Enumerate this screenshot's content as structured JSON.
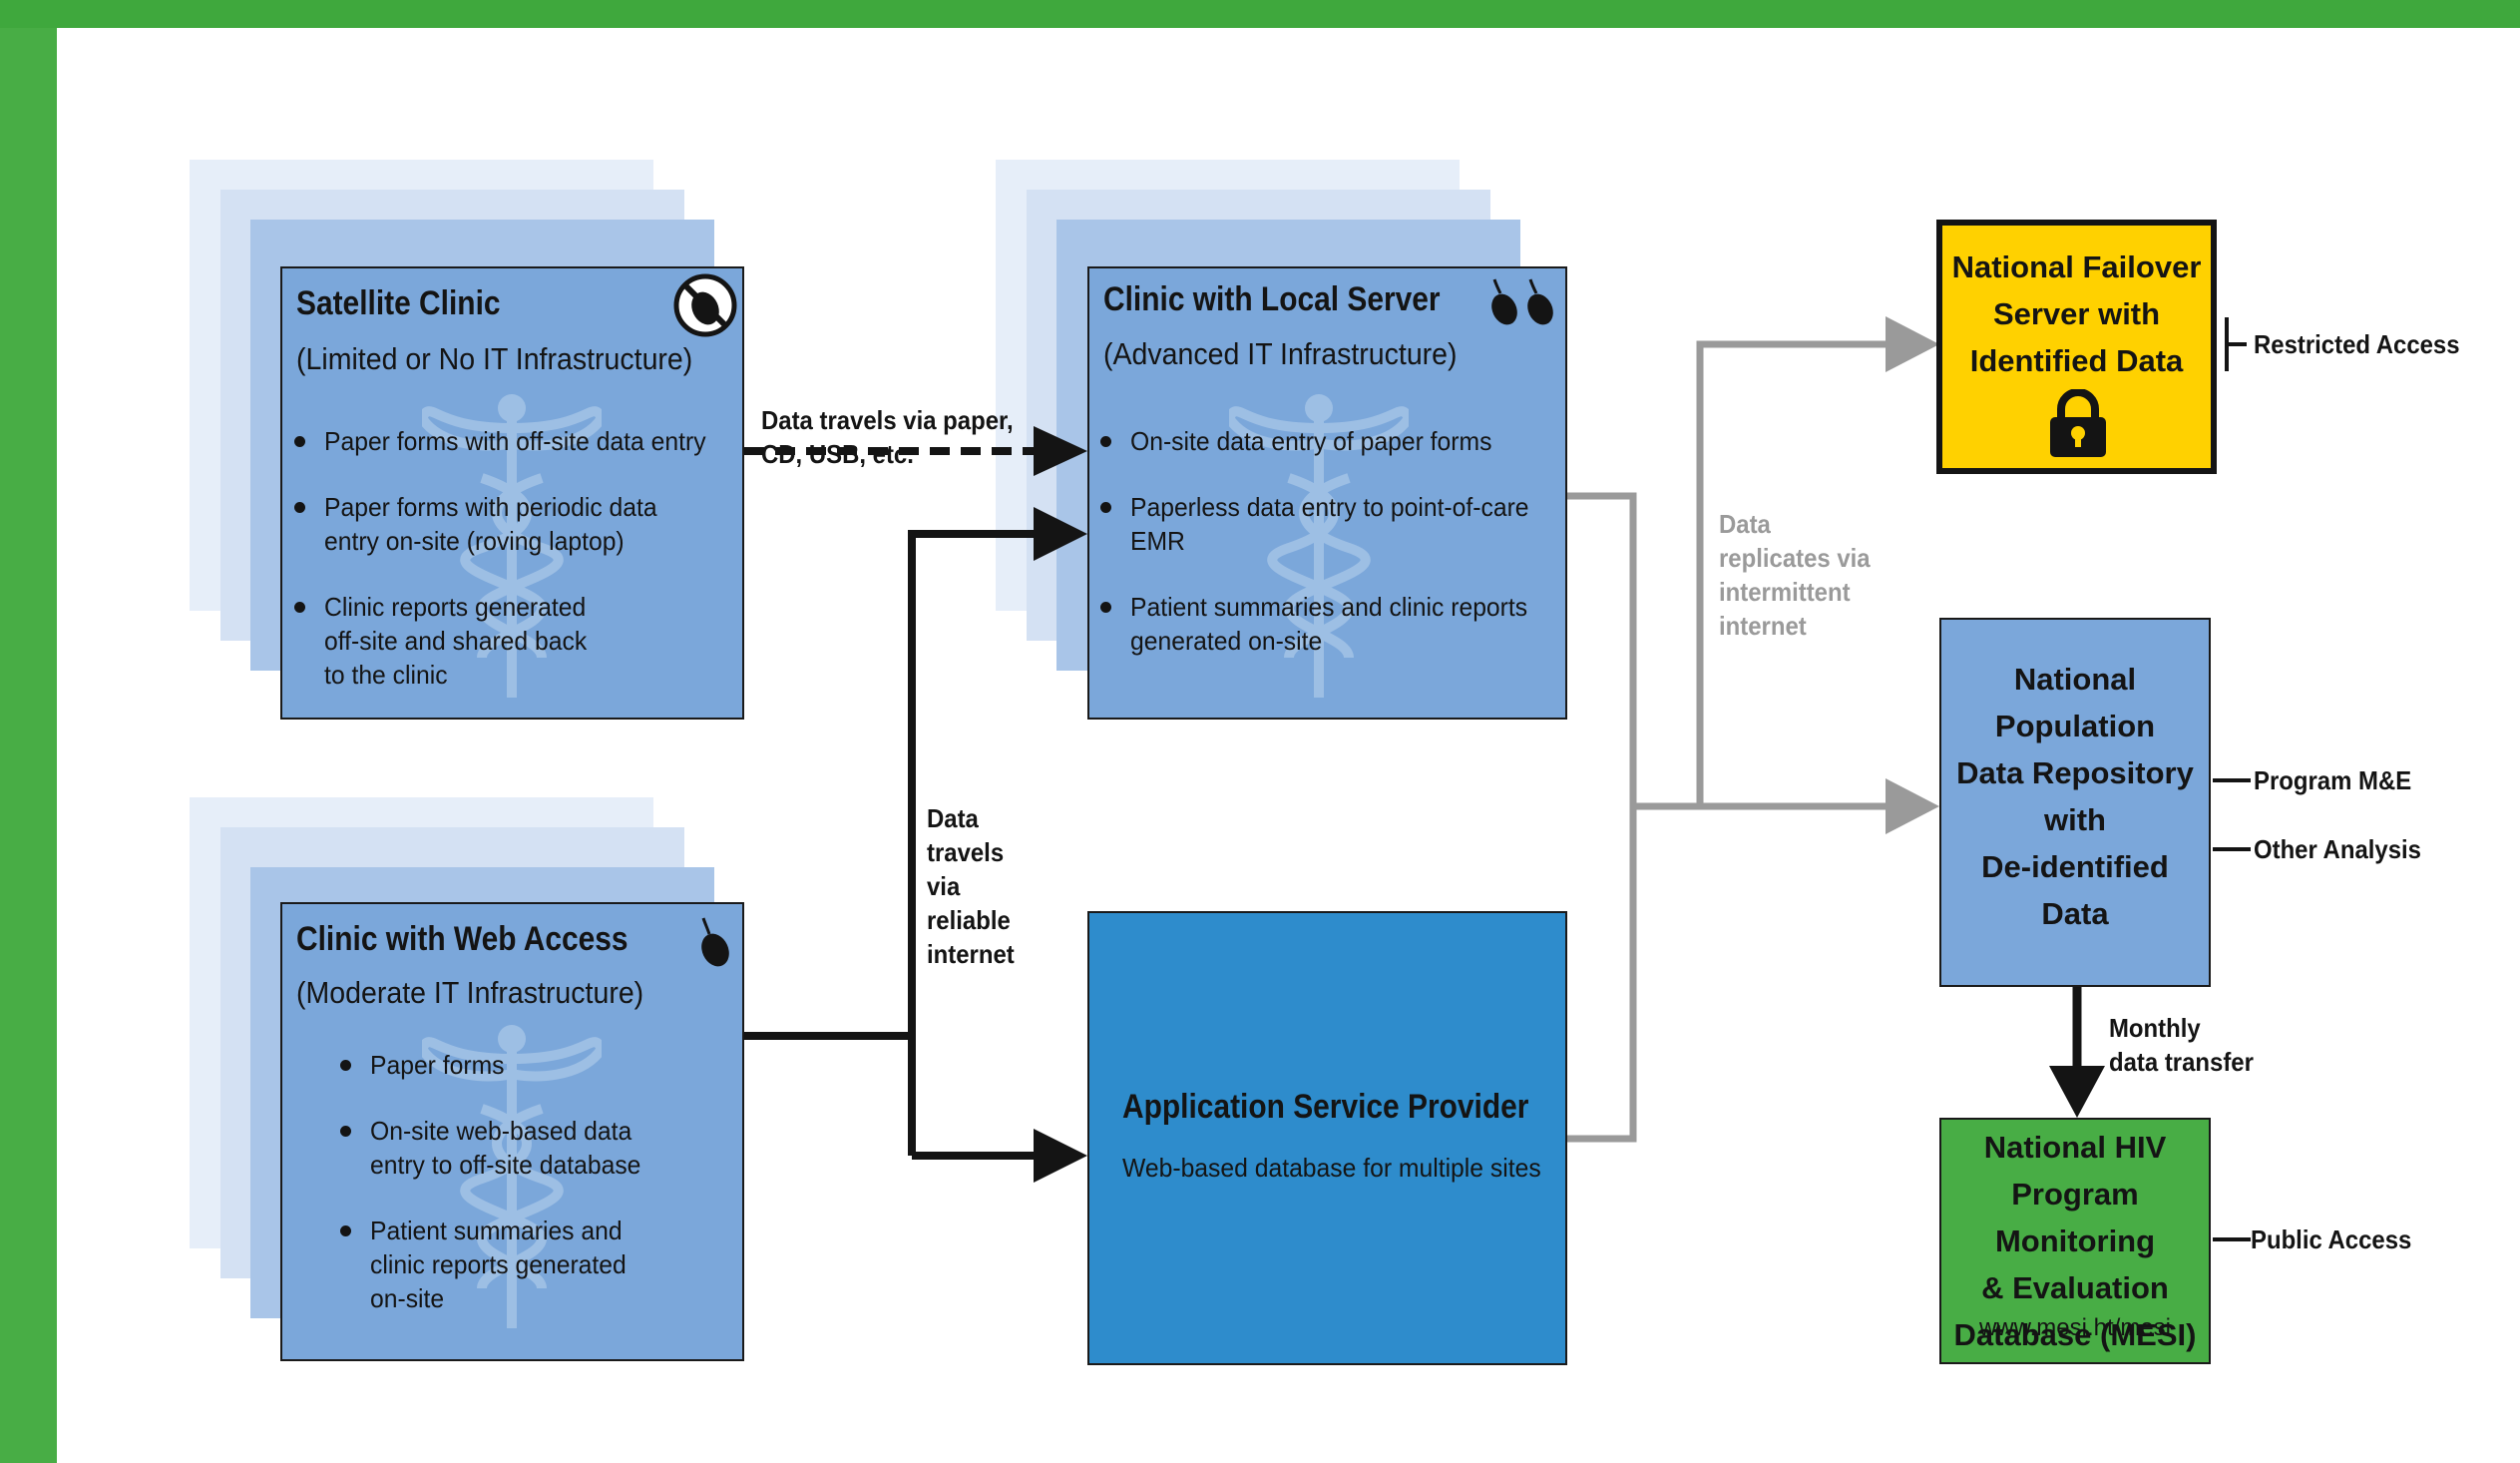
{
  "colors": {
    "green_frame": "#48ad45",
    "card_blue": "#7ba7da",
    "asp_blue": "#2e8ccc",
    "failover_yellow": "#ffd100",
    "mesi_green": "#48ad45",
    "gray_arrow": "#9a9a9a"
  },
  "satellite": {
    "title": "Satellite Clinic",
    "subtitle": "(Limited or No IT Infrastructure)",
    "icon": "no-mouse-icon",
    "bullets": [
      "Paper forms with off-site data entry",
      "Paper forms with periodic data\nentry on-site (roving laptop)",
      "Clinic reports generated\noff-site and shared back\nto the clinic"
    ]
  },
  "local_server": {
    "title": "Clinic with Local Server",
    "subtitle": "(Advanced IT Infrastructure)",
    "icon": "two-mice-icon",
    "bullets": [
      "On-site data entry of paper forms",
      "Paperless data entry to point-of-care\nEMR",
      "Patient summaries and clinic reports\ngenerated on-site"
    ]
  },
  "web_access": {
    "title": "Clinic with Web Access",
    "subtitle": "(Moderate IT Infrastructure)",
    "icon": "mouse-icon",
    "bullets": [
      "Paper forms",
      "On-site web-based data\nentry to off-site database",
      "Patient summaries and\nclinic reports generated\non-site"
    ]
  },
  "asp": {
    "title": "Application Service Provider",
    "subtitle": "Web-based database for multiple sites"
  },
  "failover": {
    "title": "National Failover\nServer with\nIdentified Data",
    "icon": "padlock-icon",
    "access": "Restricted Access"
  },
  "repository": {
    "title": "National\nPopulation\nData Repository\nwith\nDe-identified\nData",
    "outputs": [
      "Program M&E",
      "Other Analysis"
    ]
  },
  "mesi": {
    "title": "National HIV\nProgram Monitoring\n& Evaluation\nDatabase (MESI)",
    "url": "www.mesi.ht/mesi",
    "access": "Public Access"
  },
  "flows": {
    "paper": "Data travels via paper,\nCD, USB, etc.",
    "reliable": "Data\ntravels\nvia\nreliable\ninternet",
    "intermittent": "Data\nreplicates via\nintermittent\ninternet",
    "monthly": "Monthly\ndata transfer"
  }
}
